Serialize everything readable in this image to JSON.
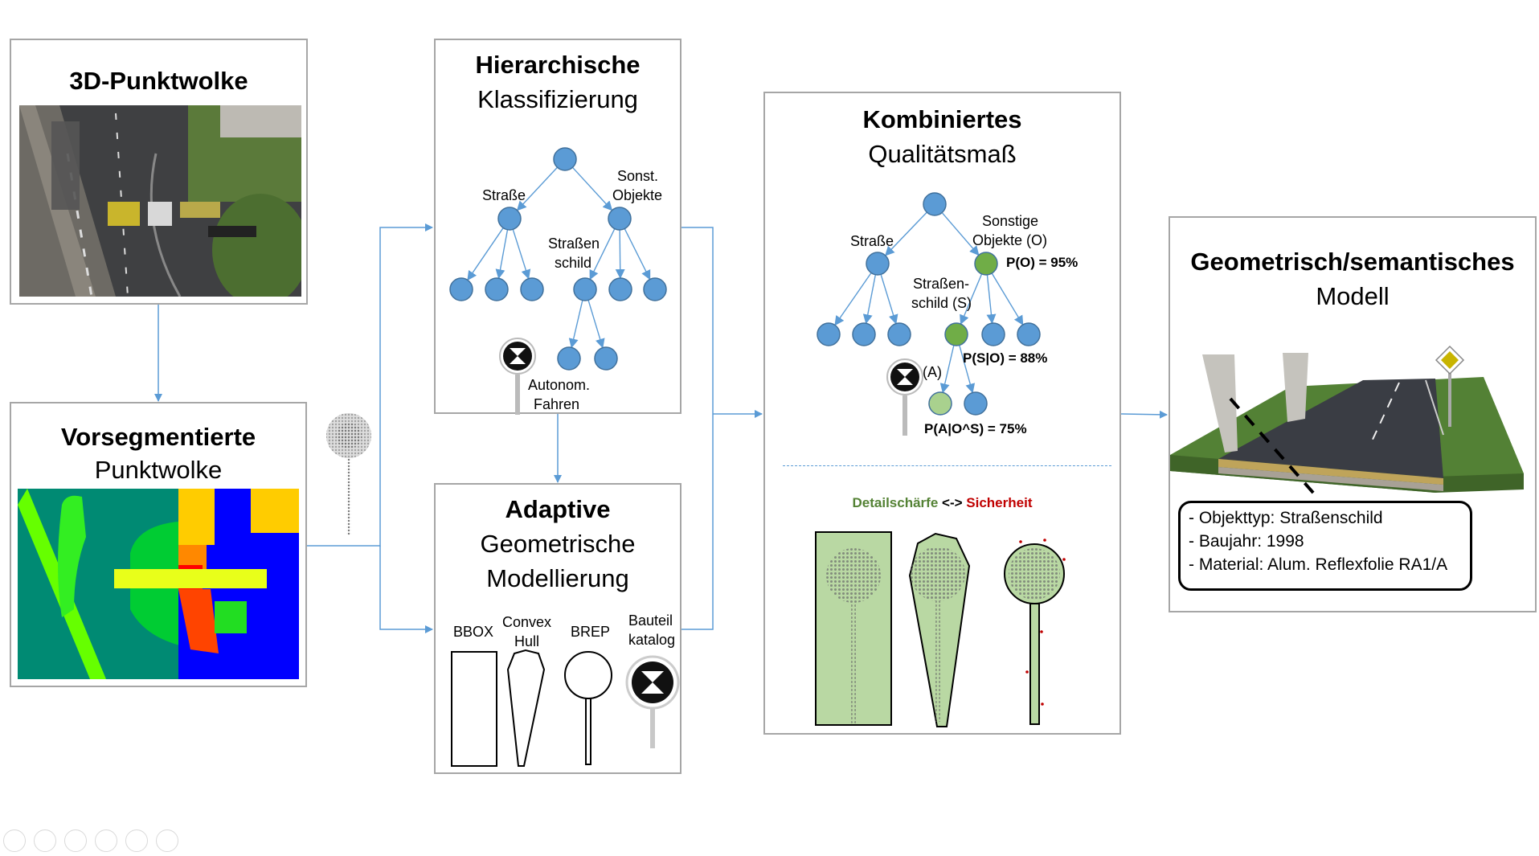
{
  "boxes": {
    "pointcloud": {
      "title_bold": "3D-Punktwolke"
    },
    "presegmented": {
      "title_bold": "Vorsegmentierte",
      "title_normal": "Punktwolke"
    },
    "classification": {
      "title_bold": "Hierarchische",
      "title_normal": "Klassifizierung",
      "labels": {
        "road": "Straße",
        "other_line1": "Sonst.",
        "other_line2": "Objekte",
        "sign_line1": "Straßen",
        "sign_line2": "schild",
        "auto_line1": "Autonom.",
        "auto_line2": "Fahren"
      }
    },
    "modelling": {
      "title_bold": "Adaptive",
      "title_line2": "Geometrische",
      "title_line3": "Modellierung",
      "variants": [
        {
          "label_line1": "BBOX",
          "label_line2": ""
        },
        {
          "label_line1": "Convex",
          "label_line2": "Hull"
        },
        {
          "label_line1": "BREP",
          "label_line2": ""
        },
        {
          "label_line1": "Bauteil",
          "label_line2": "katalog"
        }
      ]
    },
    "quality": {
      "title_bold": "Kombiniertes",
      "title_normal": "Qualitätsmaß",
      "labels": {
        "road": "Straße",
        "other_line1": "Sonstige",
        "other_line2": "Objekte (O)",
        "sign_line1": "Straßen-",
        "sign_line2": "schild (S)",
        "a_label": "(A)"
      },
      "probabilities": {
        "p_o": "P(O) = 95%",
        "p_s_o": "P(S|O) = 88%",
        "p_a_os": "P(A|O^S) = 75%"
      },
      "tradeoff": {
        "left": "Detailschärfe",
        "arrow": "<->",
        "right": "Sicherheit"
      }
    },
    "model": {
      "title_bold": "Geometrisch/semantisches",
      "title_normal": "Modell",
      "attributes": [
        "- Objekttyp: Straßenschild",
        "- Baujahr: 1998",
        "- Material: Alum. Reflexfolie RA1/A"
      ]
    }
  },
  "colors": {
    "node_blue": "#5b9bd5",
    "node_green": "#70ad47",
    "node_lightgreen": "#a9d18e",
    "connector": "#5b9bd5",
    "border": "#a6a6a6",
    "detail_green": "#548235",
    "safety_red": "#c00000"
  }
}
